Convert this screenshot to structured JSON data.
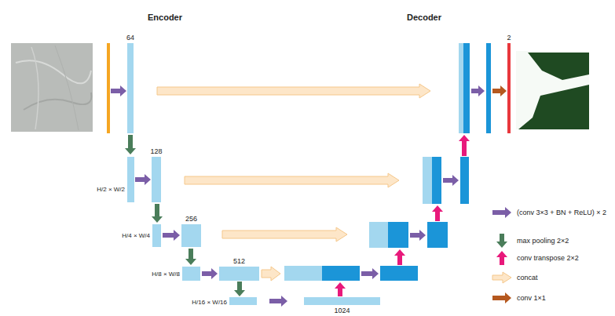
{
  "diagram": {
    "nodes": [
      {
        "text": [
          "64"
        ]
      },
      {
        "text": [
          "128"
        ]
      },
      {
        "text": [
          "256"
        ]
      },
      {
        "text": [
          "512"
        ]
      },
      {
        "text": [
          "1024"
        ]
      },
      {
        "text": [
          "2"
        ]
      }
    ],
    "labels": [
      "Encoder",
      "Decoder",
      "H/2 × W/2",
      "H/4 × W/4",
      "H/8 × W/8",
      "H/16 × W/16"
    ],
    "legend": [
      {
        "text": "(conv 3×3 + BN + ReLU) × 2"
      },
      {
        "text": "max pooling 2×2"
      },
      {
        "text": "conv transpose 2×2"
      },
      {
        "text": "concat"
      },
      {
        "text": "conv 1×1"
      }
    ]
  }
}
